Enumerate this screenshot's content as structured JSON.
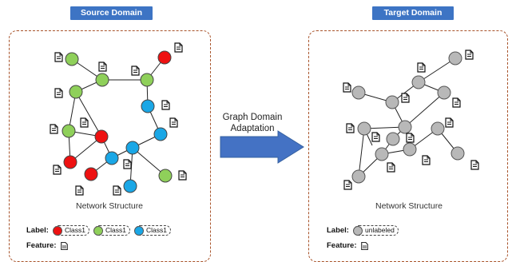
{
  "source": {
    "title": "Source Domain",
    "network_label": "Network Structure",
    "legend_label_key": "Label:",
    "legend_classes": [
      {
        "text": "Class1",
        "color": "#ee1111"
      },
      {
        "text": "Class1",
        "color": "#8fd05a"
      },
      {
        "text": "Class1",
        "color": "#1aa7e6"
      }
    ],
    "legend_feature_key": "Feature:"
  },
  "target": {
    "title": "Target Domain",
    "network_label": "Network Structure",
    "legend_label_key": "Label:",
    "legend_unlabeled": {
      "text": "unlabeled",
      "color": "#b8b8b8"
    },
    "legend_feature_key": "Feature:"
  },
  "arrow": {
    "line1": "Graph Domain",
    "line2": "Adaptation",
    "color": "#4472c4"
  },
  "colors": {
    "red": "#ee1111",
    "green": "#8fd05a",
    "blue": "#1aa7e6",
    "gray": "#b8b8b8",
    "panel_border": "#a8532a",
    "badge": "#3d74c4"
  },
  "icons": {
    "feature": "document-icon"
  }
}
